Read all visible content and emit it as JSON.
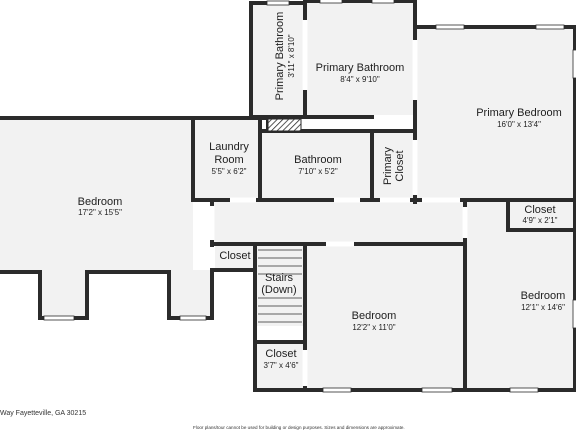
{
  "colors": {
    "wall": "#2b2b2b",
    "floor": "#f2f2f2",
    "window": "#ffffff",
    "hatch": "#2b2b2b"
  },
  "rooms": {
    "primary_bath_small": {
      "name": "Primary Bathroom",
      "dims": "3'11\" x 8'10\""
    },
    "primary_bath": {
      "name": "Primary Bathroom",
      "dims": "8'4\" x 9'10\""
    },
    "primary_bedroom": {
      "name": "Primary Bedroom",
      "dims": "16'0\" x 13'4\""
    },
    "bedroom_left": {
      "name": "Bedroom",
      "dims": "17'2\" x 15'5\""
    },
    "laundry": {
      "name_line1": "Laundry",
      "name_line2": "Room",
      "dims": "5'5\" x 6'2\""
    },
    "bathroom": {
      "name": "Bathroom",
      "dims": "7'10\" x 5'2\""
    },
    "primary_closet": {
      "name_line1": "Primary",
      "name_line2": "Closet"
    },
    "closet_right": {
      "name": "Closet",
      "dims": "4'9\" x 2'1\""
    },
    "closet_hall": {
      "name": "Closet"
    },
    "stairs": {
      "name_line1": "Stairs",
      "name_line2": "(Down)"
    },
    "bedroom_center": {
      "name": "Bedroom",
      "dims": "12'2\" x 11'0\""
    },
    "bedroom_right": {
      "name": "Bedroom",
      "dims": "12'1\" x 14'6\""
    },
    "closet_small": {
      "name": "Closet",
      "dims": "3'7\" x 4'6\""
    }
  },
  "footer": {
    "address": "Way Fayetteville, GA 30215",
    "disclaimer": "Floor plans/tour cannot be used for building or design purposes. Sizes and dimensions are approximate."
  }
}
